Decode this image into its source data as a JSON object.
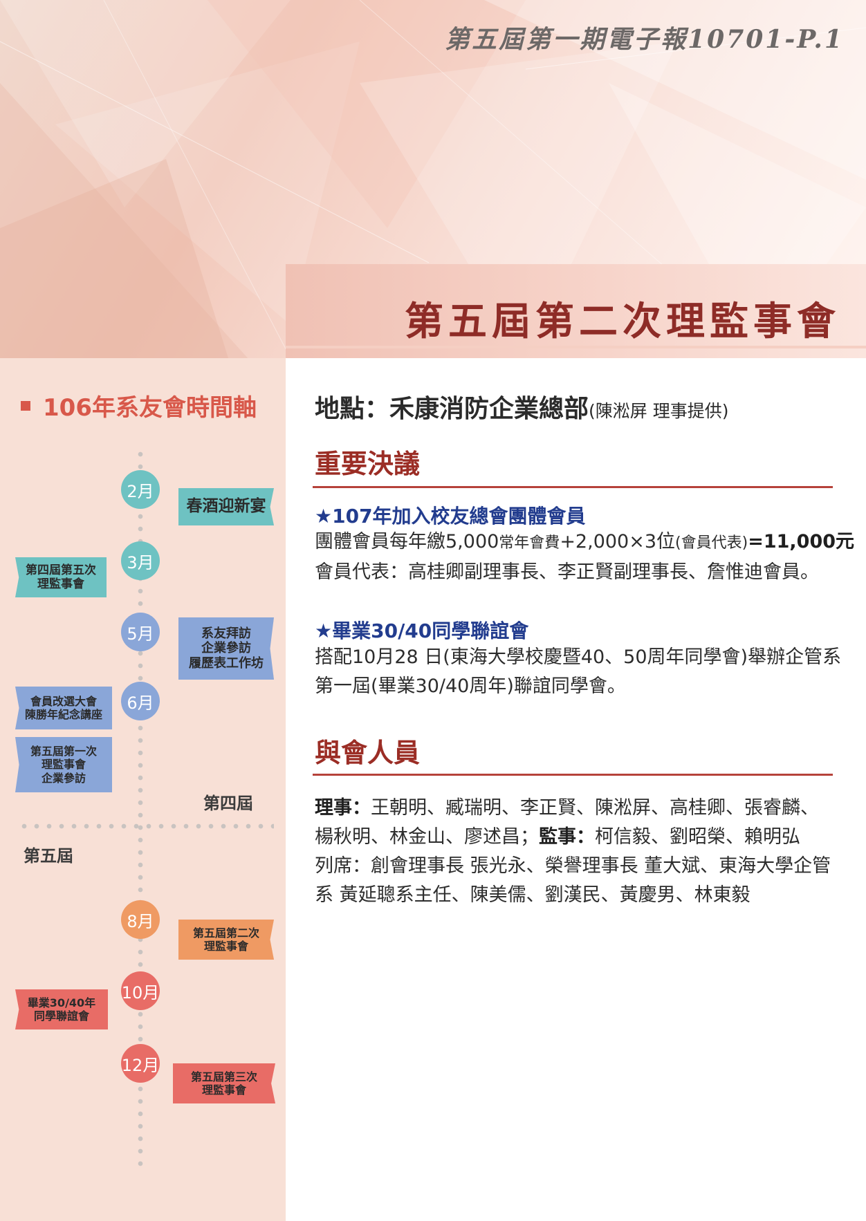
{
  "header": {
    "issue_label": "第五屆第一期電子報10701-P.1",
    "meeting_title": "第五屆第二次理監事會"
  },
  "timeline": {
    "title": "106年系友會時間軸",
    "term_labels": {
      "fourth": "第四屆",
      "fifth": "第五屆"
    },
    "months": [
      {
        "label": "2月",
        "color": "#6ec2c2"
      },
      {
        "label": "3月",
        "color": "#6ec2c2"
      },
      {
        "label": "5月",
        "color": "#8aa6d8"
      },
      {
        "label": "6月",
        "color": "#8aa6d8"
      },
      {
        "label": "8月",
        "color": "#ef9a63"
      },
      {
        "label": "10月",
        "color": "#e86c66"
      },
      {
        "label": "12月",
        "color": "#e86c66"
      }
    ],
    "events": [
      {
        "text": "春酒迎新宴",
        "color": "#6ec2c2"
      },
      {
        "text": "第四屆第五次\n理監事會",
        "color": "#6ec2c2"
      },
      {
        "text": "系友拜訪\n企業參訪\n履歷表工作坊",
        "color": "#8aa6d8"
      },
      {
        "text": "會員改選大會\n陳勝年紀念講座",
        "color": "#8aa6d8"
      },
      {
        "text": "第五屆第一次\n理監事會\n企業參訪",
        "color": "#8aa6d8"
      },
      {
        "text": "第五屆第二次\n理監事會",
        "color": "#ef9a63"
      },
      {
        "text": "畢業30/40年\n同學聯誼會",
        "color": "#e86c66"
      },
      {
        "text": "第五屆第三次\n理監事會",
        "color": "#e86c66"
      }
    ]
  },
  "main": {
    "location_main": "地點：禾康消防企業總部",
    "location_note": "(陳淞屏 理事提供)",
    "resolutions_heading": "重要決議",
    "item1": {
      "heading": "★107年加入校友總會團體會員",
      "line1_a": "團體會員每年繳5,000",
      "line1_b": "常年會費",
      "line1_c": "+2,000×3位",
      "line1_d": "(會員代表)",
      "line1_e": "=11,000元",
      "line2": "會員代表：高桂卿副理事長、李正賢副理事長、詹惟迪會員。"
    },
    "item2": {
      "heading": "★畢業30/40同學聯誼會",
      "line1": "搭配10月28 日(東海大學校慶暨40、50周年同學會)舉辦企管系",
      "line2": "第一屆(畢業30/40周年)聯誼同學會。"
    },
    "attendees_heading": "與會人員",
    "attendees": {
      "directors_label": "理事：",
      "directors_line1": "王朝明、臧瑞明、李正賢、陳淞屏、高桂卿、張睿麟、",
      "directors_line2": "楊秋明、林金山、廖述昌；",
      "supervisors_label": "監事：",
      "supervisors": "柯信毅、劉昭榮、賴明弘",
      "guests_line1": "列席：創會理事長 張光永、榮譽理事長 董大斌、東海大學企管",
      "guests_line2": "系 黃延聰系主任、陳美儒、劉漢民、黃慶男、林東毅"
    }
  }
}
